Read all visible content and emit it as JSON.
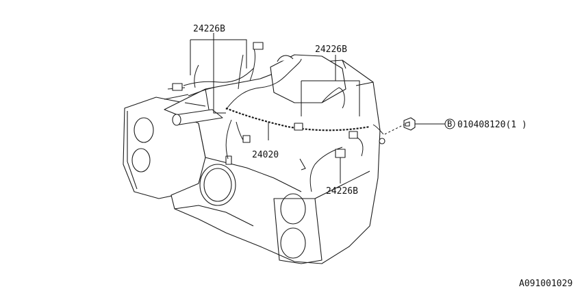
{
  "diagram": {
    "callouts": {
      "harness_clamp_top": "24226B",
      "harness_clamp_right_top": "24226B",
      "harness_clamp_right_bottom": "24226B",
      "main_harness": "24020",
      "bolt_marker": "B",
      "bolt_part": "010408120(1 )"
    },
    "figure_code": "A091001029"
  }
}
